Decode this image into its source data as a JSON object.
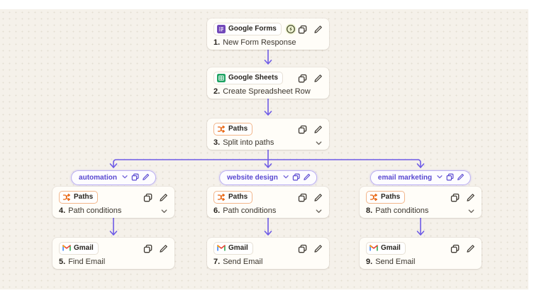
{
  "workflow": {
    "main_nodes": [
      {
        "app": "Google Forms",
        "step": "1.",
        "title": "New Form Response"
      },
      {
        "app": "Google Sheets",
        "step": "2.",
        "title": "Create Spreadsheet Row"
      },
      {
        "app": "Paths",
        "step": "3.",
        "title": "Split into paths"
      }
    ],
    "branches": [
      {
        "label": "automation",
        "paths_node": {
          "app": "Paths",
          "step": "4.",
          "title": "Path conditions"
        },
        "action_node": {
          "app": "Gmail",
          "step": "5.",
          "title": "Find Email"
        }
      },
      {
        "label": "website design",
        "paths_node": {
          "app": "Paths",
          "step": "6.",
          "title": "Path conditions"
        },
        "action_node": {
          "app": "Gmail",
          "step": "7.",
          "title": "Send Email"
        }
      },
      {
        "label": "email marketing",
        "paths_node": {
          "app": "Paths",
          "step": "8.",
          "title": "Path conditions"
        },
        "action_node": {
          "app": "Gmail",
          "step": "9.",
          "title": "Send Email"
        }
      }
    ]
  },
  "icons": {
    "copy": "two-overlapping-squares",
    "edit": "pencil",
    "chevron_down": "v-chevron",
    "instant_trigger": "lightning-bolt-in-circle",
    "paths": "orange-split-arrows",
    "google_forms": "purple-form-document",
    "google_sheets": "green-spreadsheet",
    "gmail": "gmail-m-envelope"
  },
  "colors": {
    "connector": "#6e5be6",
    "branch_accent": "#5847d0",
    "paths_accent": "#e8620c",
    "canvas_background": "#f5f1ea",
    "card_background": "#fffdf8",
    "google_forms": "#7248b9",
    "google_sheets": "#1ea362",
    "gmail_red": "#ea4335",
    "instant_badge_background": "#eef3d2"
  }
}
